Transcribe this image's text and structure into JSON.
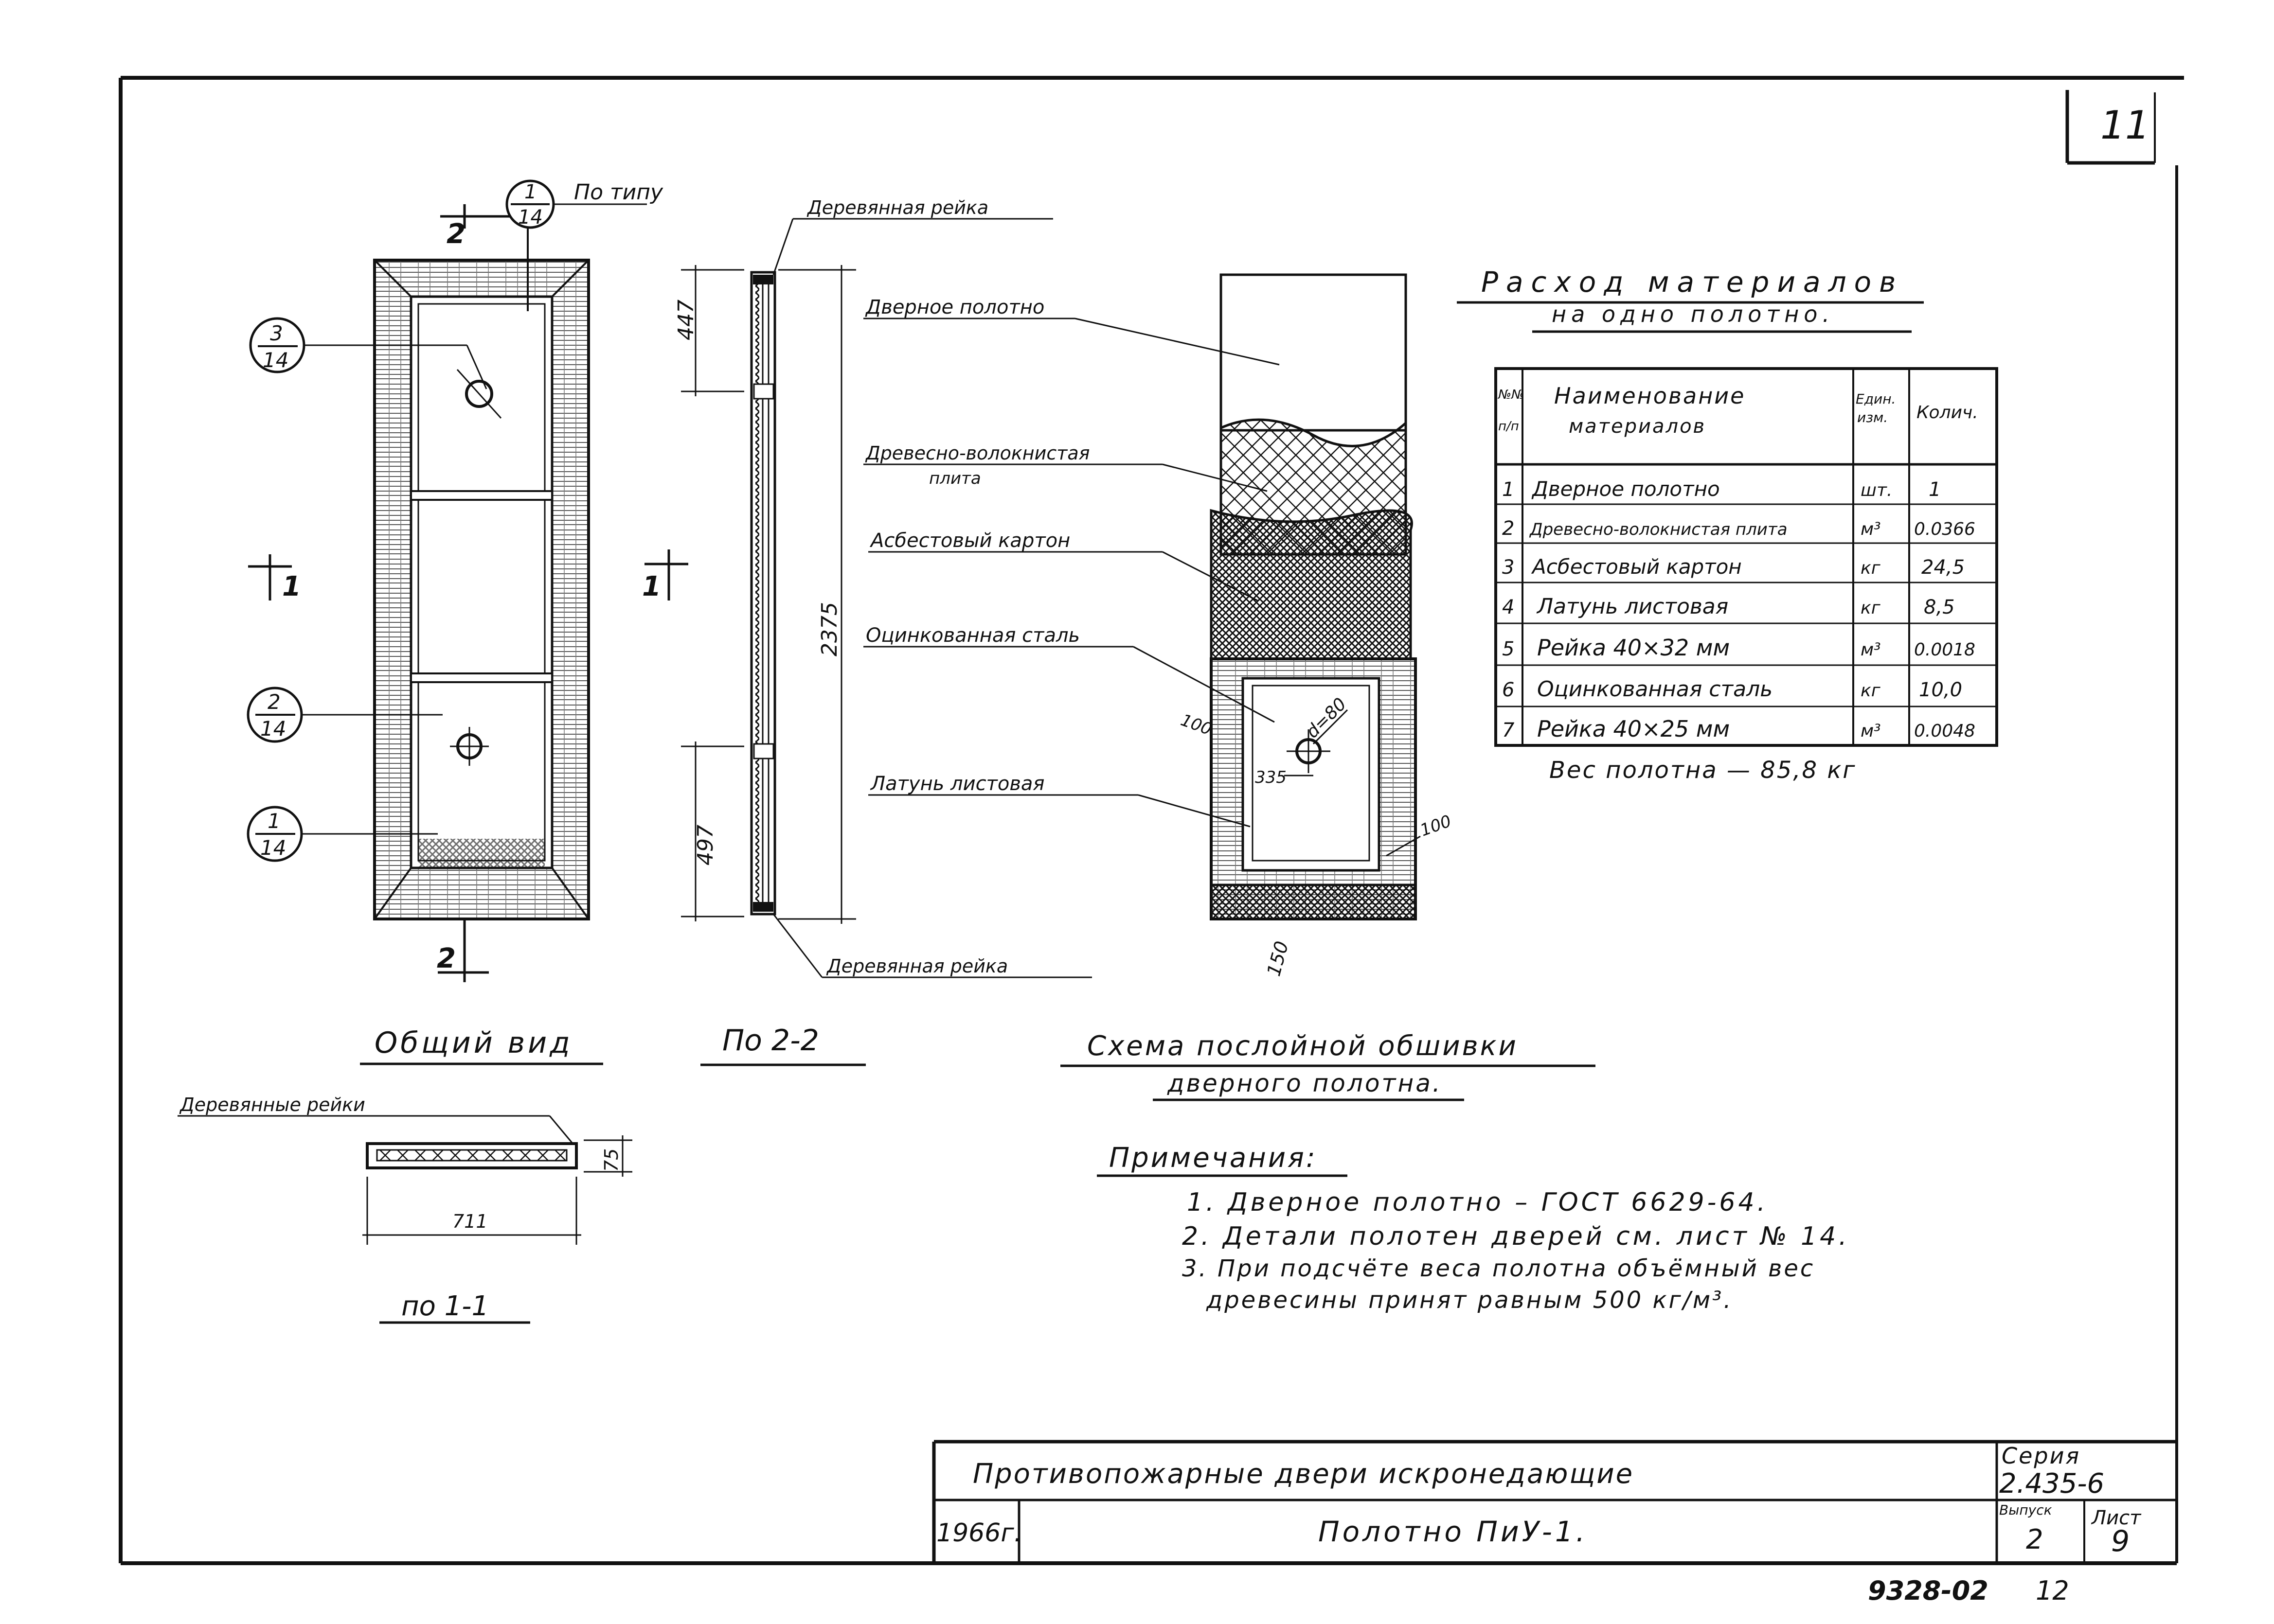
{
  "sheet": {
    "number": "11"
  },
  "general_view": {
    "callout_top": {
      "num": "1",
      "den": "14"
    },
    "callout_top_label": "По типу",
    "section_2_top": "2",
    "section_2_bottom": "2",
    "section_1_left": "1",
    "callout_3": {
      "num": "3",
      "den": "14"
    },
    "callout_2": {
      "num": "2",
      "den": "14"
    },
    "callout_1": {
      "num": "1",
      "den": "14"
    },
    "caption": "Общий вид"
  },
  "section_2_2": {
    "label_top": "Деревянная рейка",
    "label_bottom": "Деревянная рейка",
    "dim_top": "447",
    "dim_total": "2375",
    "dim_bottom": "497",
    "section_1": "1",
    "caption": "По 2-2"
  },
  "section_1_1": {
    "label": "Деревянные рейки",
    "dim_width": "711",
    "dim_thickness": "75",
    "caption": "по 1-1"
  },
  "layer_scheme": {
    "labels": {
      "door_leaf": "Дверное полотно",
      "fiberboard_1": "Древесно-волокнистая",
      "fiberboard_2": "плита",
      "asbestos": "Асбестовый картон",
      "steel": "Оцинкованная сталь",
      "brass": "Латунь листовая"
    },
    "dims": {
      "d100_left": "100",
      "d335": "335",
      "diam": "d=80",
      "d100_right": "100",
      "d150": "150"
    },
    "caption_1": "Схема послойной обшивки",
    "caption_2": "дверного полотна."
  },
  "materials": {
    "title_1": "Расход материалов",
    "title_2": "на одно полотно.",
    "headers": {
      "num": "№№ п/п",
      "num_1": "№№",
      "num_2": "п/п",
      "name_1": "Наименование",
      "name_2": "материалов",
      "unit_1": "Един.",
      "unit_2": "изм.",
      "qty": "Колич."
    },
    "rows": [
      {
        "n": "1",
        "name": "Дверное полотно",
        "unit": "шт.",
        "qty": "1"
      },
      {
        "n": "2",
        "name": "Древесно-волокнистая плита",
        "unit": "м³",
        "qty": "0.0366"
      },
      {
        "n": "3",
        "name": "Асбестовый картон",
        "unit": "кг",
        "qty": "24,5"
      },
      {
        "n": "4",
        "name": "Латунь листовая",
        "unit": "кг",
        "qty": "8,5"
      },
      {
        "n": "5",
        "name": "Рейка 40×32 мм",
        "unit": "м³",
        "qty": "0.0018"
      },
      {
        "n": "6",
        "name": "Оцинкованная сталь",
        "unit": "кг",
        "qty": "10,0"
      },
      {
        "n": "7",
        "name": "Рейка 40×25 мм",
        "unit": "м³",
        "qty": "0.0048"
      }
    ],
    "weight": "Вес полотна — 85,8 кг"
  },
  "notes": {
    "title": "Примечания:",
    "items": [
      "1. Дверное полотно – ГОСТ 6629-64.",
      "2. Детали полотен дверей см. лист № 14.",
      "3. При подсчёте веса полотна объёмный вес",
      "древесины принят равным 500 кг/м³."
    ]
  },
  "title_block": {
    "name": "Противопожарные двери искронедающие",
    "year": "1966г.",
    "subtitle": "Полотно ПиУ-1.",
    "series_label": "Серия",
    "series": "2.435-6",
    "issue_label": "Выпуск",
    "issue": "2",
    "sheet_label": "Лист",
    "sheet": "9"
  },
  "footer": {
    "code": "9328-02",
    "page": "12"
  }
}
